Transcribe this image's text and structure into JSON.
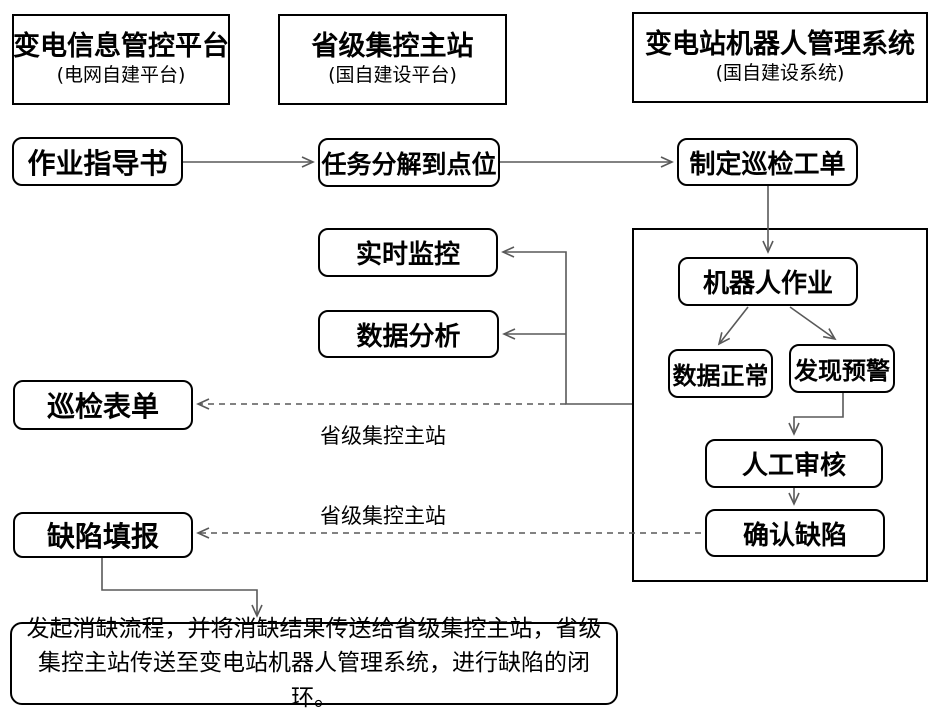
{
  "diagram": {
    "headers": [
      {
        "title": "变电信息管控平台",
        "subtitle": "(电网自建平台)"
      },
      {
        "title": "省级集控主站",
        "subtitle": "(国自建设平台)"
      },
      {
        "title": "变电站机器人管理系统",
        "subtitle": "(国自建设系统)"
      }
    ],
    "nodes": {
      "work_guide": "作业指导书",
      "task_decompose": "任务分解到点位",
      "create_order": "制定巡检工单",
      "robot_work": "机器人作业",
      "data_normal": "数据正常",
      "alarm_found": "发现预警",
      "manual_review": "人工审核",
      "confirm_defect": "确认缺陷",
      "realtime_monitor": "实时监控",
      "data_analysis": "数据分析",
      "inspection_form": "巡检表单",
      "defect_report": "缺陷填报"
    },
    "edge_labels": {
      "provincial_station_1": "省级集控主站",
      "provincial_station_2": "省级集控主站"
    },
    "footer_note": "发起消缺流程，并将消缺结果传送给省级集控主站，省级集控主站传送至变电站机器人管理系统，进行缺陷的闭环。"
  },
  "colors": {
    "border": "#000000",
    "connector": "#595959",
    "background": "#ffffff",
    "text": "#000000"
  }
}
